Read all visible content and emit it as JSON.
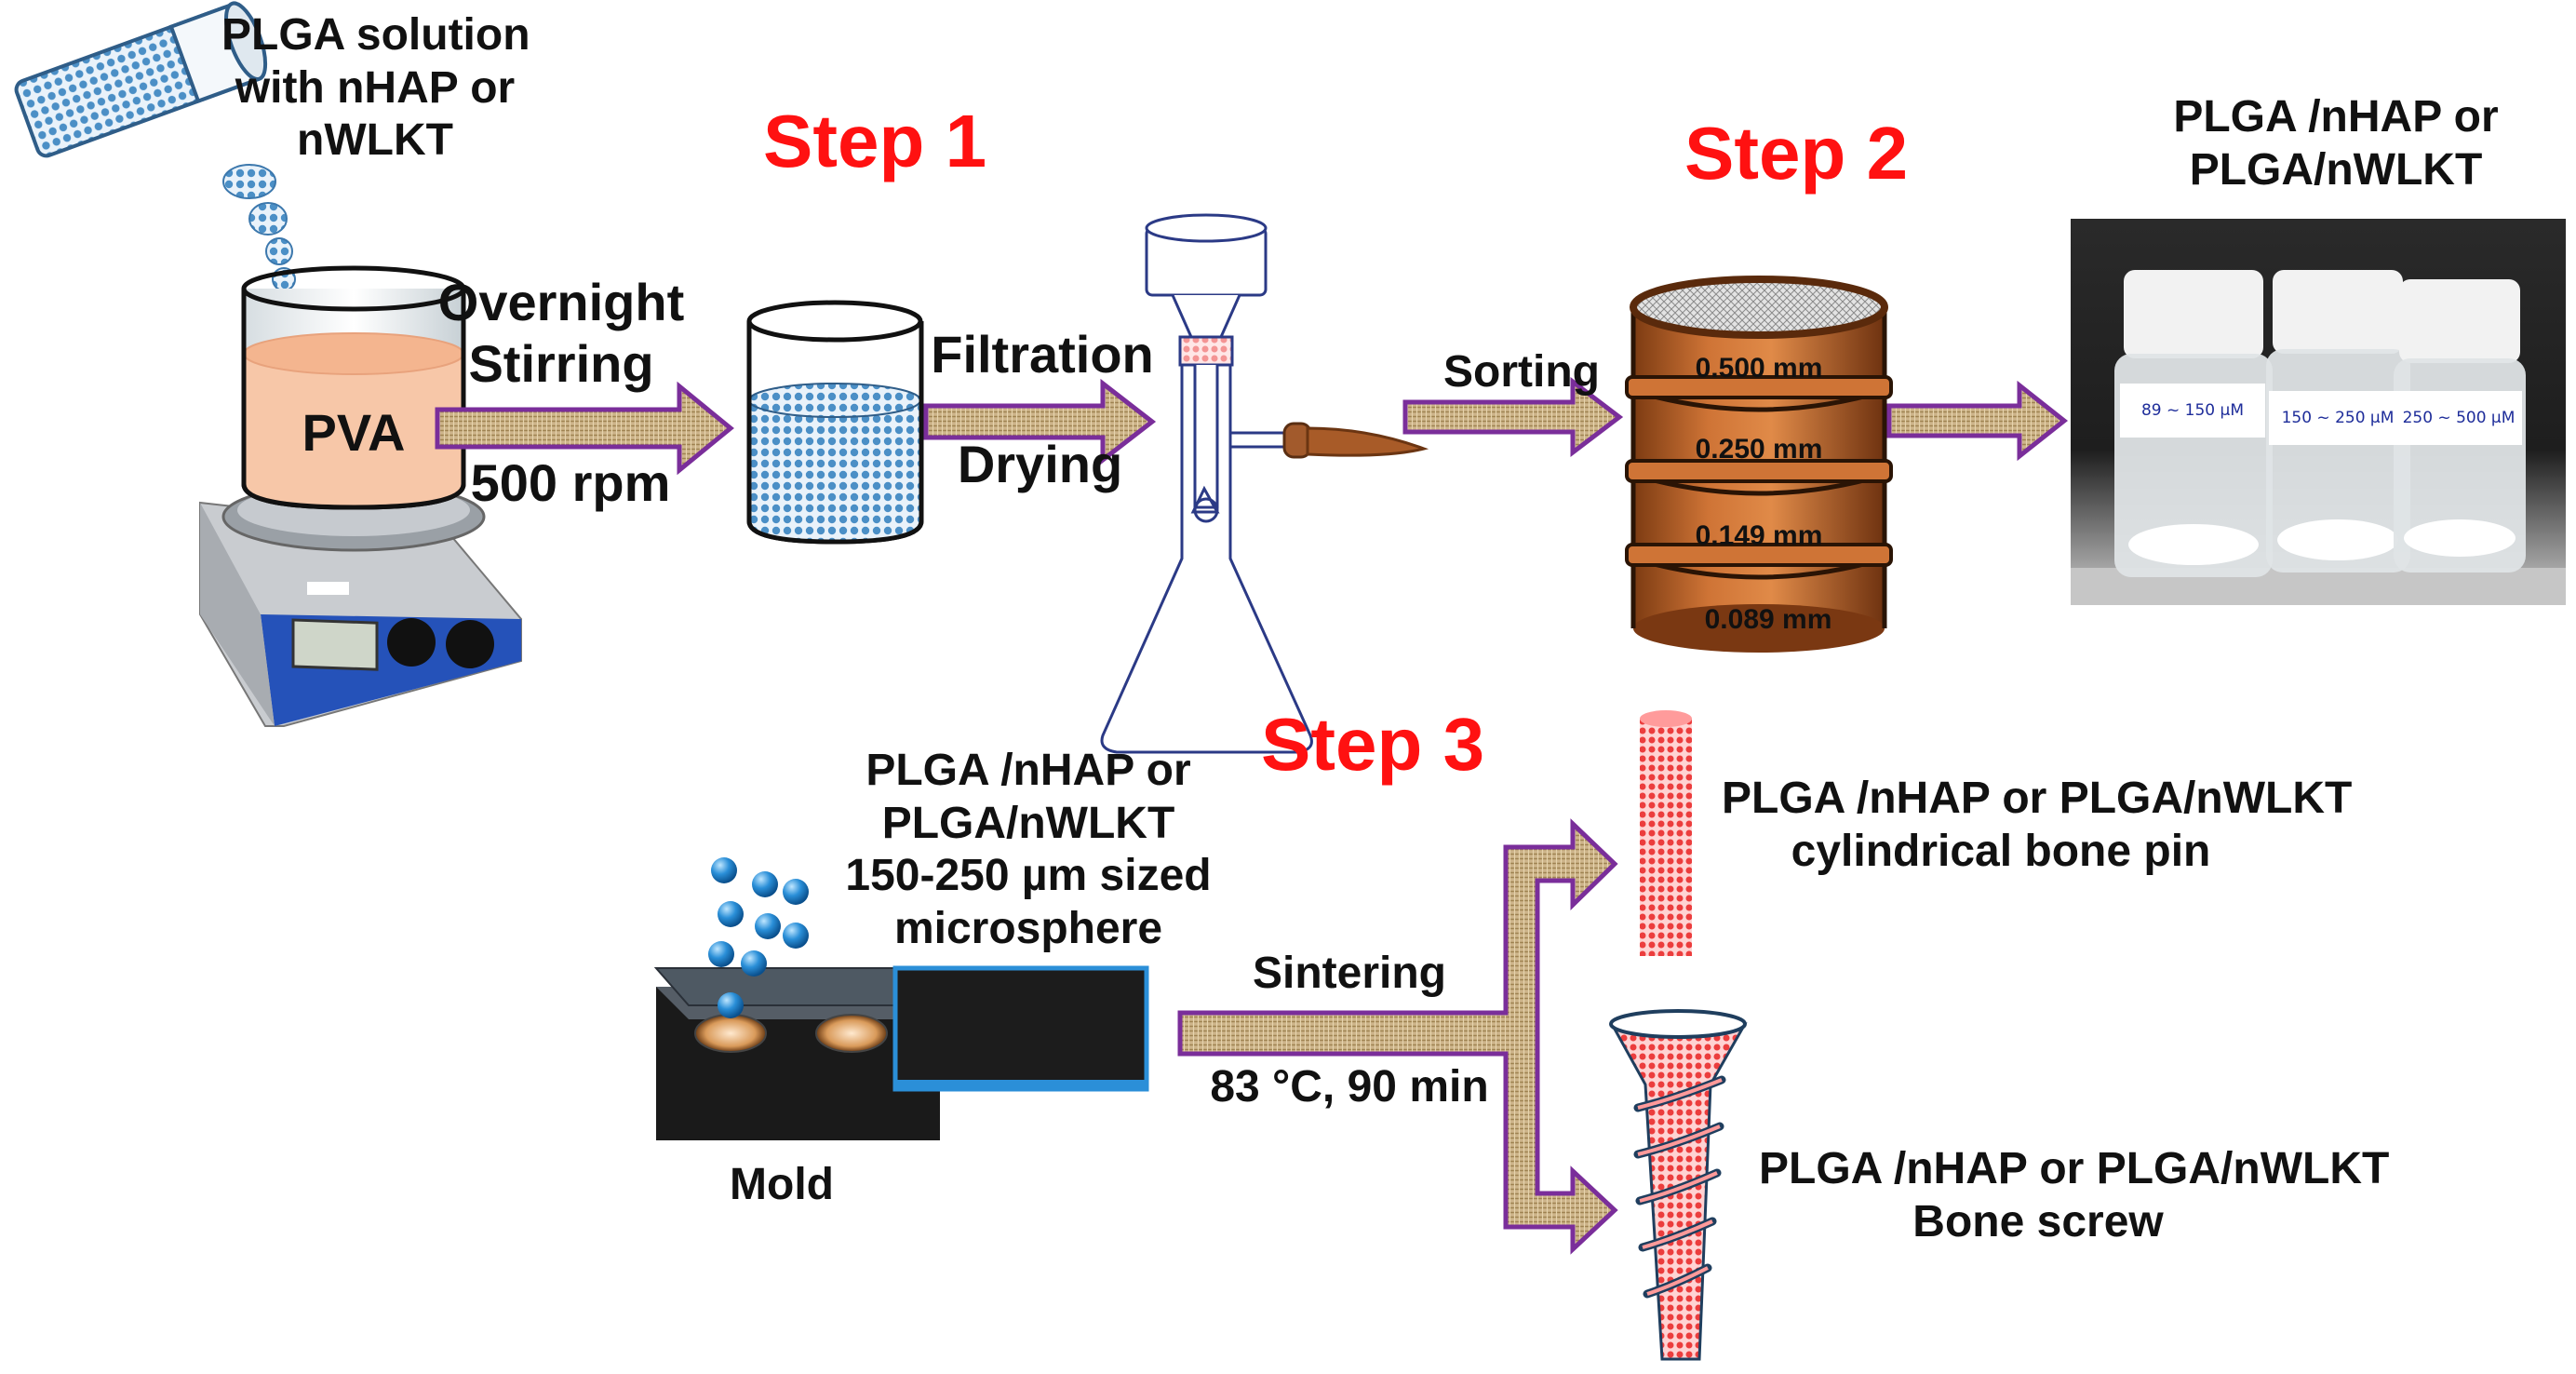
{
  "steps": {
    "step1": "Step 1",
    "step2": "Step 2",
    "step3": "Step 3"
  },
  "top_row": {
    "pour_label": [
      "PLGA solution",
      "with nHAP or",
      "nWLKT"
    ],
    "beaker_label": "PVA",
    "stirring_label": [
      "Overnight",
      "Stirring"
    ],
    "rpm_label": "500 rpm",
    "filtration_label": "Filtration",
    "drying_label": "Drying",
    "sorting_label": "Sorting",
    "sieve_sizes": [
      "0.500 mm",
      "0.250 mm",
      "0.149 mm",
      "0.089 mm"
    ],
    "product_label": [
      "PLGA /nHAP or",
      "PLGA/nWLKT"
    ],
    "vial_labels": [
      "89 ~ 150 µM",
      "150 ~ 250 µM",
      "250 ~ 500 µM"
    ]
  },
  "bottom_row": {
    "microsphere_label": [
      "PLGA /nHAP or",
      "PLGA/nWLKT",
      "150-250 µm sized",
      "microsphere"
    ],
    "mold_label": "Mold",
    "sintering_label": "Sintering",
    "sintering_condition": "83 °C, 90 min",
    "pin_label": [
      "PLGA /nHAP or PLGA/nWLKT",
      "cylindrical bone pin"
    ],
    "screw_label": [
      "PLGA /nHAP or PLGA/nWLKT",
      "Bone screw"
    ]
  },
  "colors": {
    "step_text": "#ff1111",
    "arrow_fill": "#cdb48a",
    "arrow_border": "#7a2e9a",
    "pva_liquid": "#f7c7a8",
    "filtered_liquid": "#7aa9d0",
    "sieve_copper": "#b85f25",
    "product_red": "#ee4444",
    "sphere_blue": "#2a8fd8"
  }
}
